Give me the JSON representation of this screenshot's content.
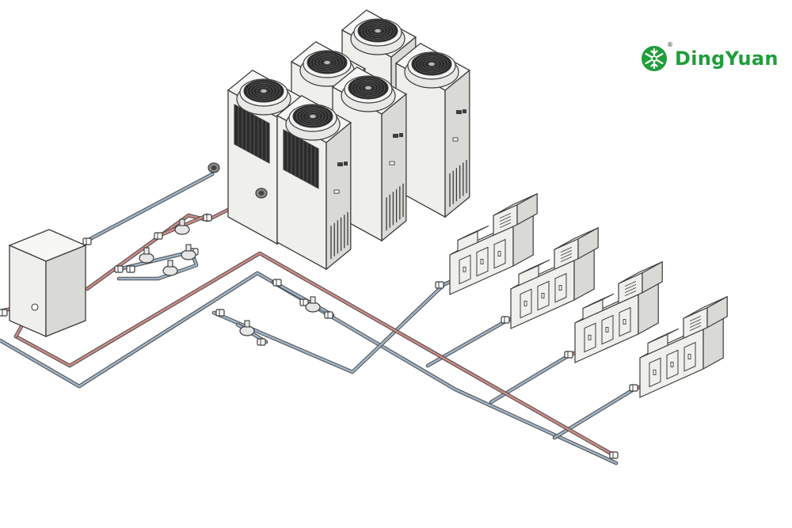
{
  "brand": {
    "name": "DingYuan",
    "registered_mark": "®",
    "icon": "snowflake-icon",
    "color": "#1f9e3a"
  },
  "colors": {
    "supply_pipe": "#cf8b86",
    "return_pipe": "#9fb4c9",
    "outline": "#3c3c3c",
    "unit_face": "#efefec",
    "unit_side": "#d9d9d5",
    "unit_top": "#f7f7f5",
    "fan_dark": "#2a2a2a"
  },
  "diagram": {
    "outdoor_units": 6,
    "indoor_units": 4,
    "buffer_tanks": 1
  }
}
